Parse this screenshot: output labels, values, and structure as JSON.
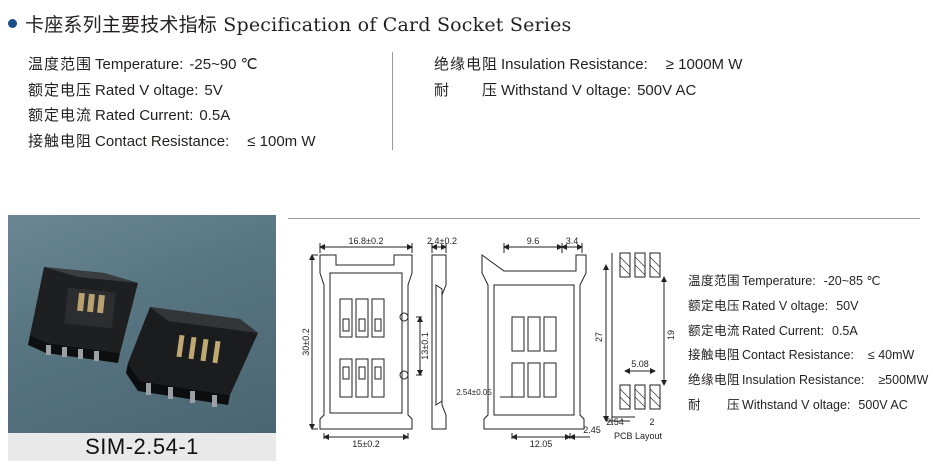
{
  "title": "卡座系列主要技术指标 Specification of Card Socket Series",
  "specs_left": [
    {
      "cn": "温度范围",
      "en": "Temperature:",
      "value": "-25~90 ℃"
    },
    {
      "cn": "额定电压",
      "en": "Rated V oltage:",
      "value": "5V"
    },
    {
      "cn": "额定电流",
      "en": "Rated Current:",
      "value": "0.5A"
    },
    {
      "cn": "接触电阻",
      "en": "Contact Resistance:",
      "value": "≤ 100m W"
    }
  ],
  "specs_right": [
    {
      "cn": "绝缘电阻",
      "en": "Insulation Resistance:",
      "value": "≥ 1000M W"
    },
    {
      "cn": "耐　　压",
      "en": "Withstand V oltage:",
      "value": "500V  AC"
    }
  ],
  "product": {
    "caption": "SIM-2.54-1",
    "specs": [
      {
        "cn": "温度范围",
        "en": "Temperature:",
        "value": "-20~85 ℃"
      },
      {
        "cn": "额定电压",
        "en": "Rated V oltage:",
        "value": "50V"
      },
      {
        "cn": "额定电流",
        "en": "Rated Current:",
        "value": "0.5A"
      },
      {
        "cn": "接触电阻",
        "en": "Contact Resistance:",
        "value": "≤ 40mW"
      },
      {
        "cn": "绝缘电阻",
        "en": "Insulation Resistance:",
        "value": "≥500MW"
      },
      {
        "cn": "耐　　压",
        "en": "Withstand V oltage:",
        "value": "500V  AC"
      }
    ]
  },
  "drawing": {
    "dims": {
      "top_width": "16.8±0.2",
      "bottom_width": "15±0.2",
      "height": "30±0.2",
      "inner_height": "13±0.1",
      "thickness": "2.4±0.2",
      "d_9_6": "9.6",
      "d_3_4": "3.4",
      "d_2_54_tol": "2.54±0.05",
      "d_12_05": "12.05",
      "d_2_45": "2.45",
      "d_27": "27",
      "d_19": "19",
      "d_5_08": "5.08",
      "d_2_54": "2.54",
      "d_2": "2"
    },
    "pcb_label": "PCB Layout"
  }
}
